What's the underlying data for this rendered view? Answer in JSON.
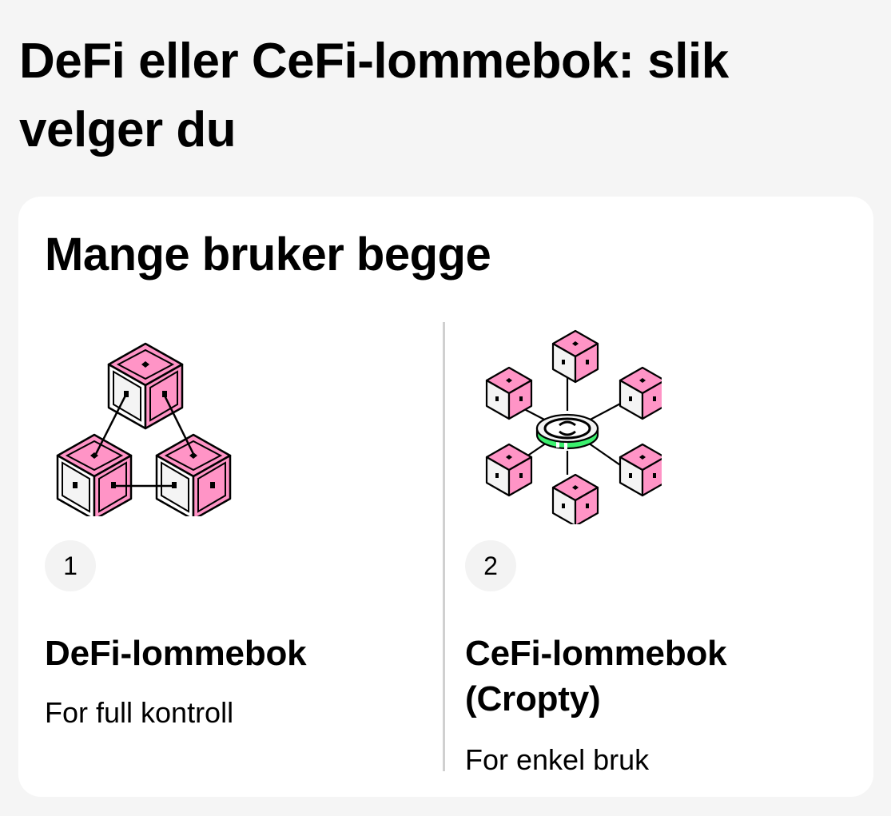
{
  "page": {
    "title": "DeFi eller CeFi-lommebok: slik velger du",
    "background_color": "#f5f5f5"
  },
  "card": {
    "title": "Mange bruker begge",
    "background_color": "#ffffff",
    "options": [
      {
        "number": "1",
        "title": "DeFi-lommebok",
        "description": "For full kontroll",
        "illustration": "decentralized-cubes-network-icon"
      },
      {
        "number": "2",
        "title": "CeFi-lommebok (Cropty)",
        "description": "For enkel bruk",
        "illustration": "centralized-coin-hub-icon"
      }
    ]
  },
  "colors": {
    "cube_pink": "#ff94c6",
    "cube_white": "#f4f4f4",
    "coin_green": "#3cf06e",
    "divider": "#d0d0d0",
    "badge_bg": "#f3f3f3"
  }
}
